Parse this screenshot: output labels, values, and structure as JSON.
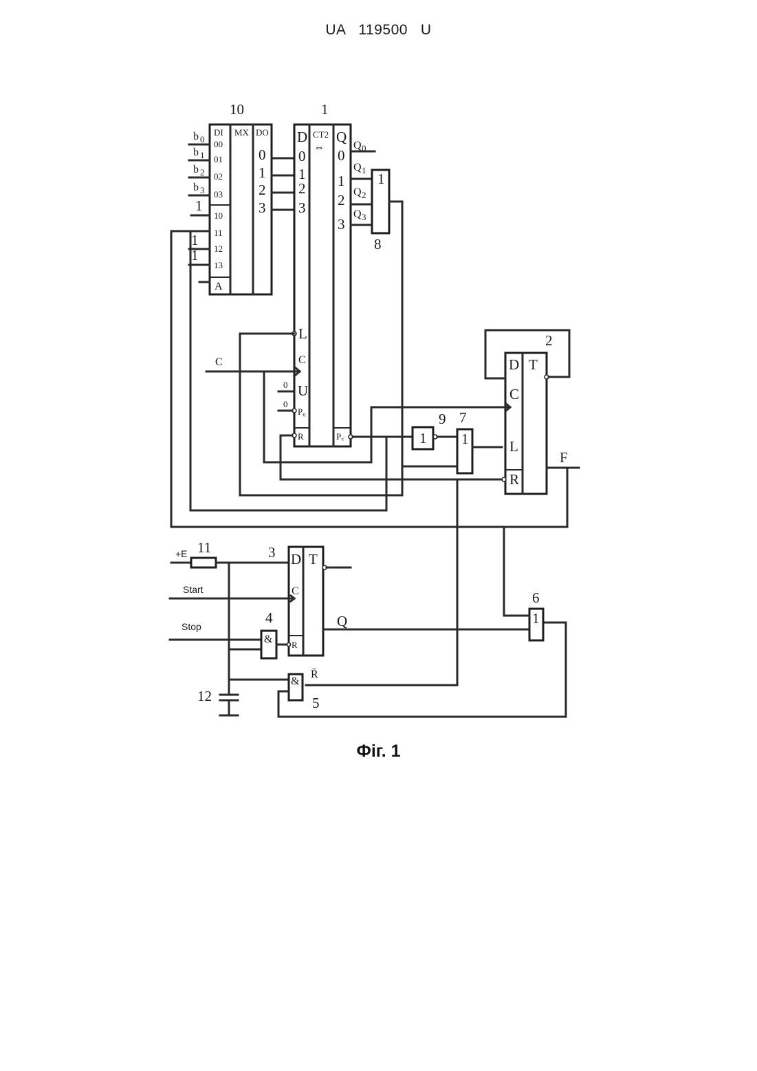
{
  "header": "UA   119500   U",
  "caption": "Фіг. 1",
  "diagram": {
    "blocks": {
      "mux": {
        "number": "10",
        "fields": [
          "DI",
          "MX",
          "DO"
        ],
        "inputs": [
          "00",
          "01",
          "02",
          "03",
          "10",
          "11",
          "12",
          "13"
        ],
        "address": "A",
        "outputs": [
          "0",
          "1",
          "2",
          "3"
        ]
      },
      "counter": {
        "number": "1",
        "fields": [
          "D",
          "CT2",
          "⇔",
          "Q"
        ],
        "d_pins": [
          "0",
          "1",
          "2",
          "3"
        ],
        "q_pins": [
          "0",
          "1",
          "2",
          "3"
        ],
        "ctrl_pins": [
          "L",
          "C",
          "U",
          "P₀",
          "R"
        ],
        "carry_out": "P꜀"
      },
      "or8": {
        "number": "8",
        "symbol": "1"
      },
      "gate9": {
        "number": "9",
        "symbol": "1"
      },
      "gate7": {
        "number": "7",
        "symbol": "1"
      },
      "trigger2": {
        "number": "2",
        "fields": [
          "D",
          "T"
        ],
        "pins": [
          "C",
          "L",
          "R"
        ]
      },
      "trigger3": {
        "number": "3",
        "fields": [
          "D",
          "T"
        ],
        "pins": [
          "C",
          "R"
        ]
      },
      "and4": {
        "number": "4",
        "symbol": "&"
      },
      "and5": {
        "number": "5",
        "symbol": "&"
      },
      "gate6": {
        "number": "6",
        "symbol": "1"
      },
      "resistor11": {
        "number": "11"
      },
      "capacitor12": {
        "number": "12"
      }
    },
    "signals": {
      "b": [
        "b",
        "b",
        "b",
        "b"
      ],
      "b_idx": [
        "0",
        "1",
        "2",
        "3"
      ],
      "q": [
        "Q",
        "Q",
        "Q",
        "Q"
      ],
      "q_idx": [
        "0",
        "1",
        "2",
        "3"
      ],
      "one": "1",
      "zero": "0",
      "clock": "C",
      "output_f": "F",
      "power": "+E",
      "start": "Start",
      "stop": "Stop",
      "q_out": "Q",
      "r_bar": "R̄"
    }
  }
}
